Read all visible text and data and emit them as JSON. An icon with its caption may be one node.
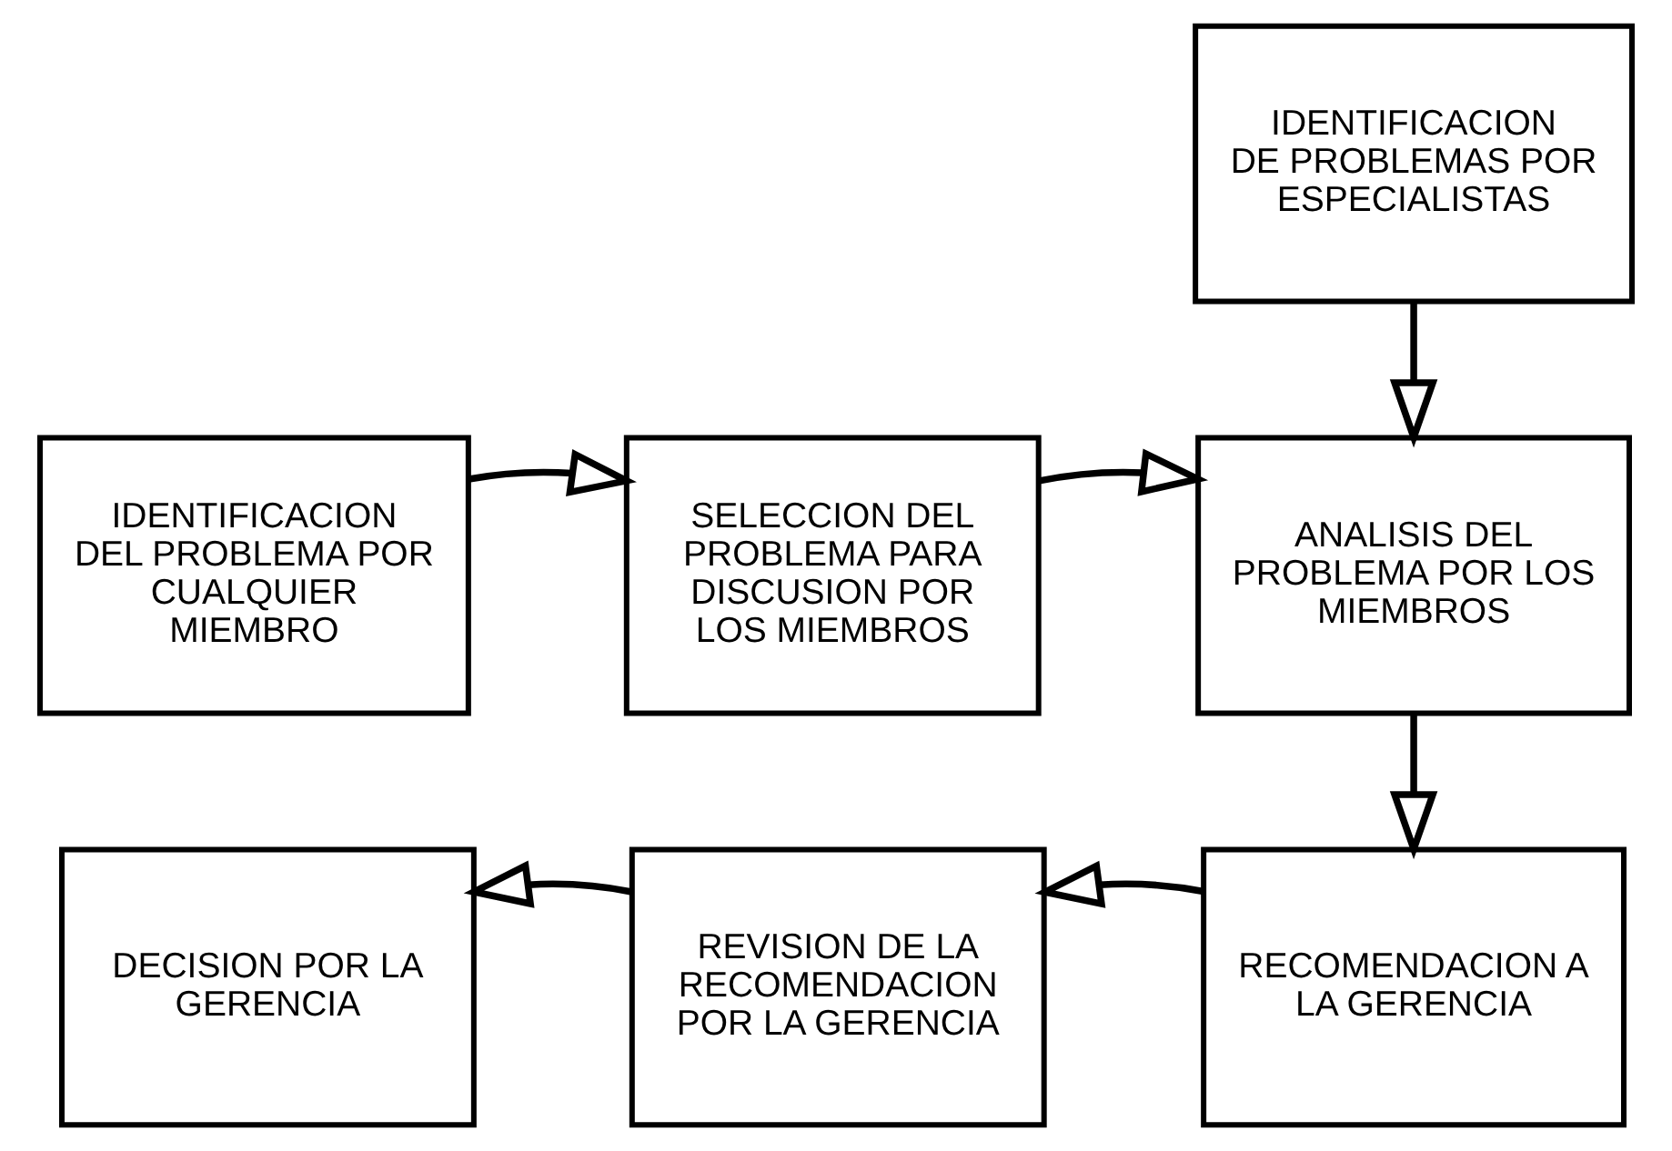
{
  "diagram": {
    "nodes": [
      {
        "text": [
          "IDENTIFICACION DE PROBLEMAS POR ESPECIALISTAS"
        ]
      },
      {
        "text": [
          "IDENTIFICACION DEL PROBLEMA POR CUALQUIER MIEMBRO"
        ]
      },
      {
        "text": [
          "SELECCION DEL PROBLEMA PARA DISCUSION POR LOS MIEMBROS"
        ]
      },
      {
        "text": [
          "ANALISIS DEL PROBLEMA POR LOS MIEMBROS"
        ]
      },
      {
        "text": [
          "DECISION POR LA GERENCIA"
        ]
      },
      {
        "text": [
          "REVISION DE LA RECOMENDACION POR LA GERENCIA"
        ]
      },
      {
        "text": [
          "RECOMENDACION A LA GERENCIA"
        ]
      }
    ],
    "edges": [
      {
        "from": 0,
        "to": 3,
        "arrow": "to"
      },
      {
        "from": 1,
        "to": 2,
        "arrow": "to"
      },
      {
        "from": 2,
        "to": 3,
        "arrow": "to"
      },
      {
        "from": 3,
        "to": 6,
        "arrow": "to"
      },
      {
        "from": 6,
        "to": 5,
        "arrow": "to"
      },
      {
        "from": 5,
        "to": 4,
        "arrow": "to"
      }
    ]
  }
}
